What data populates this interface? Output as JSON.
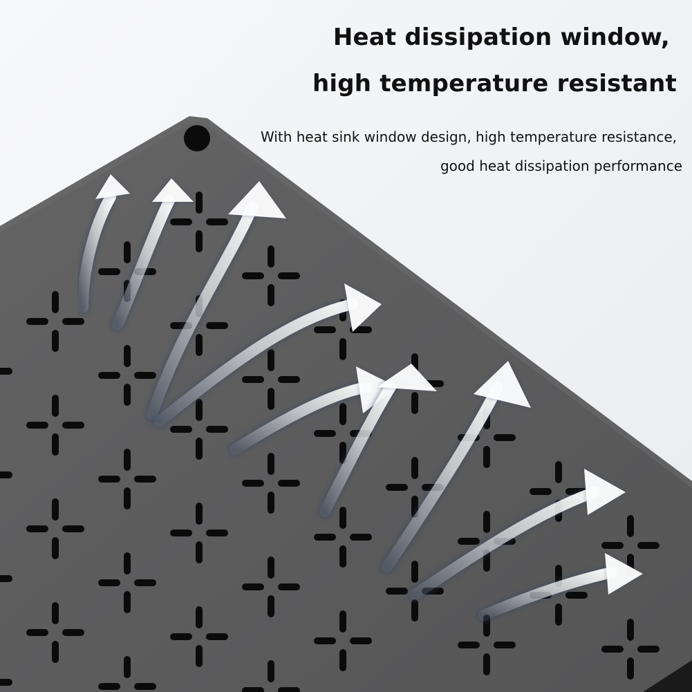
{
  "headline": {
    "line1": "Heat dissipation window,",
    "line2": "high temperature resistant"
  },
  "description": {
    "line1": "With heat sink window design, high temperature resistance,",
    "line2": "good heat dissipation performance"
  },
  "colors": {
    "background": "#f3f4f7",
    "panel": "#5b5b5c",
    "slots": "#0b0b0b",
    "arrow": "#ffffff",
    "arrow_glow": "#2d3f5e",
    "text": "#111111"
  }
}
